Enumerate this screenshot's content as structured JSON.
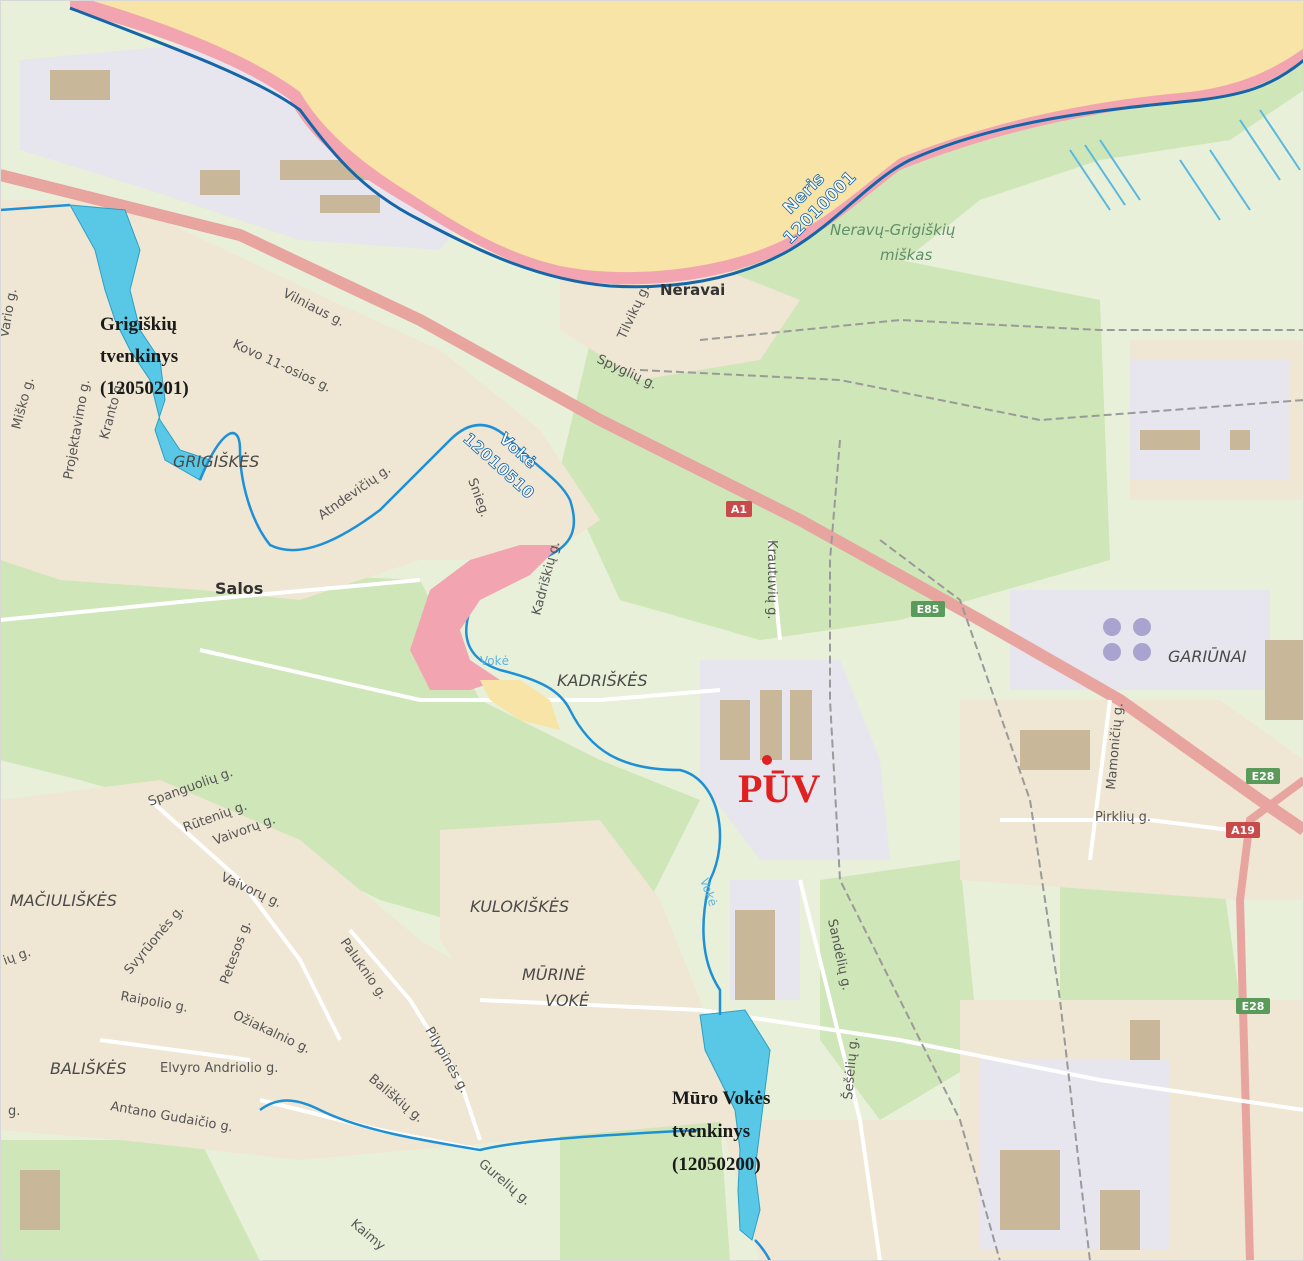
{
  "colors": {
    "background": "#e8f0d9",
    "forest": "#cfe6b8",
    "urban": "#efe6d3",
    "industrial": "#e7e5ee",
    "building": "#c9b79a",
    "road_major": "#e8a5a0",
    "road_minor": "#ffffff",
    "river_neris_fill": "#f7e4a6",
    "river_edge": "#f2a5b0",
    "water": "#58c8e6",
    "stream": "#1e90d6",
    "railway": "#9a9a9a",
    "label_dark": "#1a1a1a",
    "label_district": "#4a4a4a",
    "label_forest": "#5f8f6a",
    "puv_red": "#e02121",
    "highway_badge": "#5a9a5a",
    "a_badge": "#c94a4a"
  },
  "places": {
    "neravai": "Neravai",
    "salos": "Salos",
    "grigiskes": "GRIGIŠKĖS",
    "kadriskes": "KADRIŠKĖS",
    "kulokiskes": "KULOKIŠKĖS",
    "murine_voke_line1": "MŪRINĖ",
    "murine_voke_line2": "VOKĖ",
    "maciuliskes": "MAČIULIŠKĖS",
    "baliskes": "BALIŠKĖS",
    "gariunai": "GARIŪNAI",
    "forest_line1": "Neravų-Grigiškių",
    "forest_line2": "miškas"
  },
  "rivers": {
    "neris_name": "Neris",
    "neris_code": "12010001",
    "voke_name": "Vokė",
    "voke_code": "12010510",
    "voke_small_1": "Vokė",
    "voke_small_2": "Vokė"
  },
  "streets": {
    "vilniaus": "Vilniaus g.",
    "kovo11": "Kovo 11-osios g.",
    "tilviku": "Tilvikų g.",
    "spygliu": "Spyglių g.",
    "kadriskiu": "Kadriškių g.",
    "krautuviu": "Krautuvių g.",
    "mamoniciu": "Mamoničių g.",
    "pirkliu": "Pirklių g.",
    "sandeliu": "Sandėlių g.",
    "seseliu": "Šešėlių g.",
    "spanguoliu": "Spanguolių g.",
    "ruteniu": "Rūtenių g.",
    "vaivoru1": "Vaivorų g.",
    "vaivoru2": "Vaivorų g.",
    "svyrones": "Svyrūonės g.",
    "petesos": "Petesos g.",
    "raipolio": "Raipolio g.",
    "oziakalnio": "Ožiakalnio g.",
    "paluknio": "Paluknio g.",
    "pilypines": "Pilypinės g.",
    "baliskiu": "Bališkių g.",
    "guteliu": "Gurelių g.",
    "elvyro": "Elvyro Andriolio g.",
    "antano": "Antano Gudaičio g.",
    "kairyn": "Kaimy",
    "miško": "Miško g.",
    "projektavimo": "Projektavimo g.",
    "kranto": "Kranto g.",
    "atndeviciu": "Atndevičių g.",
    "snieg": "Snieg.",
    "varjo": "Vario g.",
    "ng": "ių g.",
    "g": "g."
  },
  "badges": {
    "a1": "A1",
    "e85": "E85",
    "e28a": "E28",
    "a19": "A19",
    "e28b": "E28"
  },
  "annotations": {
    "grigiskiu_line1": "Grigiškių",
    "grigiskiu_line2": "tvenkinys",
    "grigiskiu_line3": "(12050201)",
    "muro_line1": "Mūro Vokės",
    "muro_line2": "tvenkinys",
    "muro_line3": "(12050200)",
    "puv": "PŪV"
  }
}
